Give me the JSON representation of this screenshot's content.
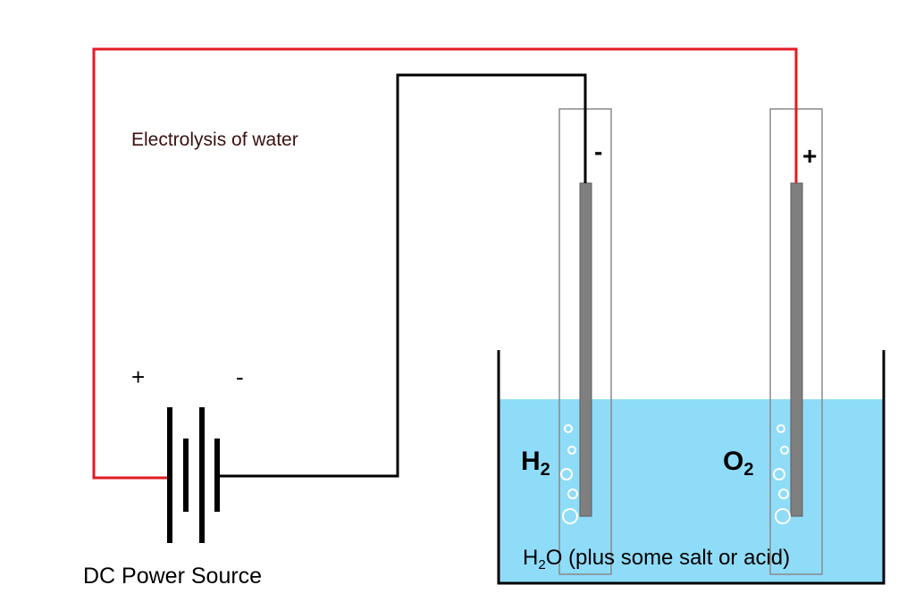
{
  "title": "Electrolysis of water",
  "battery": {
    "label": "DC Power Source",
    "positive_sign": "+",
    "negative_sign": "-"
  },
  "cathode": {
    "sign": "-",
    "gas_symbol": "H",
    "gas_subscript": "2"
  },
  "anode": {
    "sign": "+",
    "gas_symbol": "O",
    "gas_subscript": "2"
  },
  "solution": {
    "symbol_h": "H",
    "symbol_sub": "2",
    "symbol_o": "O",
    "description": " (plus some salt or acid)"
  },
  "colors": {
    "positive_wire": "#e31b23",
    "negative_wire": "#000000",
    "water": "#8fdcf8",
    "electrode": "#7f7f7f"
  }
}
